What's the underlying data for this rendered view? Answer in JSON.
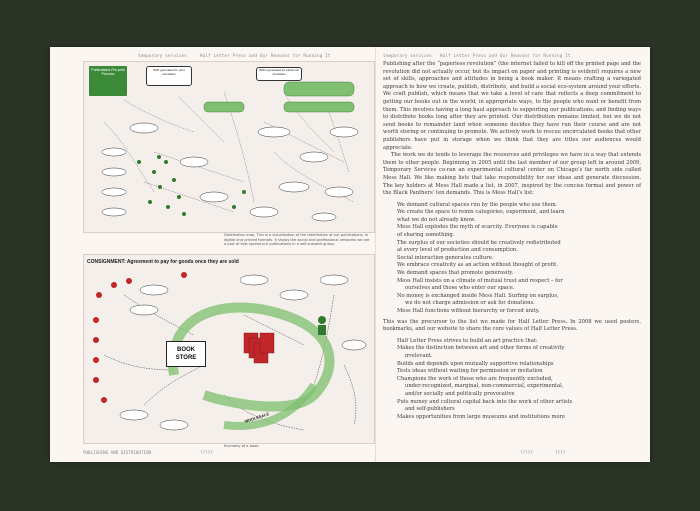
{
  "left_page": {
    "header": "temporary services",
    "footer": "PUBLISHING AND DISTRIBUTION",
    "footer_page": "?????",
    "figure_top": {
      "title": "Publications Pre-print Process",
      "box_a": "PDF generated for print circulation",
      "box_b": "PDFs generated for electronic circulation",
      "caption": "Distribution map. This is a visualization of the distribution of our publications, in digital and printed formats. It shows the social and professional networks we are a part of that spread our publications in a self-sustaining way."
    },
    "figure_bottom": {
      "title": "CONSIGNMENT: Agreement to pay for goods once they are sold",
      "store_label": "BOOK STORE",
      "wholesale_label": "WHOLESALE",
      "caption": "Economy of a book."
    }
  },
  "right_page": {
    "header": "Half Letter Press and Our Reasons for Running It",
    "footer": "?????",
    "footer_page": "????",
    "para1": "Publishing after the “paperless revolution” (the internet failed to kill off the printed page and the revolution did not actually occur, but its impact on paper and printing is evident) requires a new set of skills, approaches and attitudes in being a book maker. It means crafting a variegated approach to how we create, publish, distribute, and build a social eco-system around your efforts. We craft publish, which means that we take a level of care that reflects a deep commitment to getting our books out in the world, in appropriate ways, to the people who want or benefit from them. This involves having a long haul approach to supporting our publications, and finding ways to distribute books long after they are printed. Our distribution remains limited, but we do not send books to remainder land when someone decides they have run their course and are not worth storing or continuing to promote. We actively work to rescue uncirculated books that other publishers have put in storage when we think that they are titles our audiences would appreciate.",
    "para2": "The work we do tends to leverage the resources and privileges we have in a way that extends them to other people. Beginning in 2005 until the last member of our group left in around 2009, Temporary Services co-ran an experimental cultural center on Chicago’s far north side called Mess Hall. We like making lists that take responsibility for our ideas and generate discussion. The key holders at Mess Hall made a list, in 2007, inspired by the concise format and power of the Black Panthers’ ten demands. This is Mess Hall’s list:",
    "list1": [
      {
        "text": "We demand cultural spaces run by the people who use them.",
        "sub": false
      },
      {
        "text": "We create the space to remix categories, experiment, and learn",
        "sub": false
      },
      {
        "text": "what we do not already know.",
        "sub": false
      },
      {
        "text": "Mess Hall explodes the myth of scarcity. Everyone is capable",
        "sub": false
      },
      {
        "text": "of sharing something.",
        "sub": false
      },
      {
        "text": "The surplus of our societies should be creatively redistributed",
        "sub": false
      },
      {
        "text": "at every level of production and consumption.",
        "sub": false
      },
      {
        "text": "Social interaction generates culture.",
        "sub": false
      },
      {
        "text": "We embrace creativity as an action without thought of profit.",
        "sub": false
      },
      {
        "text": "We demand spaces that promote generosity.",
        "sub": false
      },
      {
        "text": "Mess Hall insists on a climate of mutual trust and respect – for",
        "sub": false
      },
      {
        "text": "ourselves and those who enter our space.",
        "sub": true
      },
      {
        "text": "No money is exchanged inside Mess Hall. Surfing on surplus,",
        "sub": false
      },
      {
        "text": "we do not charge admission or ask for donations.",
        "sub": true
      },
      {
        "text": "Mess Hall functions without hierarchy or forced unity.",
        "sub": false
      }
    ],
    "para3": "This was the precursor to the list we made for Half Letter Press. In 2008 we used posters, bookmarks, and our website to share the core values of Half Letter Press.",
    "list2": [
      {
        "text": "Half Letter Press strives to build an art practice that:",
        "sub": false
      },
      {
        "text": "Makes the distinction between art and other forms of creativity",
        "sub": false
      },
      {
        "text": "irrelevant.",
        "sub": true
      },
      {
        "text": "Builds and depends upon mutually supportive relationships",
        "sub": false
      },
      {
        "text": "Tests ideas without waiting for permission or invitation",
        "sub": false
      },
      {
        "text": "Champions the work of those who are frequently excluded,",
        "sub": false
      },
      {
        "text": "under-recognized, marginal, non-commercial, experimental,",
        "sub": true
      },
      {
        "text": "and/or socially and politically provocative",
        "sub": true
      },
      {
        "text": "Puts money and cultural capital back into the work of other artists",
        "sub": false
      },
      {
        "text": "and self-publishers",
        "sub": true
      },
      {
        "text": "Makes opportunities from large museums and institutions more",
        "sub": false
      }
    ],
    "colors": {
      "accent_green": "#3a8a3a",
      "accent_red": "#c0262a",
      "page": "#fbf6f2",
      "background": "#2a3326"
    }
  }
}
